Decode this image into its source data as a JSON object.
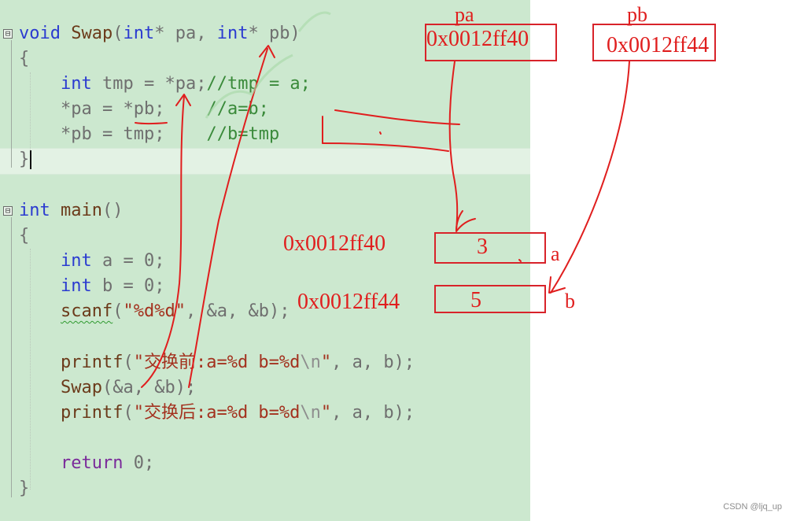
{
  "editor": {
    "lines": [
      {
        "id": "l1",
        "parts": [
          [
            "kw",
            "void"
          ],
          [
            "pm",
            " "
          ],
          [
            "fn",
            "Swap"
          ],
          [
            "pm",
            "("
          ],
          [
            "kw",
            "int"
          ],
          [
            "pm",
            "* "
          ],
          [
            "id",
            "pa"
          ],
          [
            "pm",
            ", "
          ],
          [
            "kw",
            "int"
          ],
          [
            "pm",
            "* "
          ],
          [
            "id",
            "pb"
          ],
          [
            "pm",
            ")"
          ]
        ]
      },
      {
        "id": "l2",
        "parts": [
          [
            "pm",
            "{"
          ]
        ]
      },
      {
        "id": "l3",
        "parts": [
          [
            "pm",
            "    "
          ],
          [
            "kw",
            "int"
          ],
          [
            "pm",
            " "
          ],
          [
            "id",
            "tmp"
          ],
          [
            "pm",
            " = *"
          ],
          [
            "id",
            "pa"
          ],
          [
            "pm",
            ";"
          ],
          [
            "cm",
            "//tmp = a;"
          ]
        ]
      },
      {
        "id": "l4",
        "parts": [
          [
            "pm",
            "    *"
          ],
          [
            "id",
            "pa"
          ],
          [
            "pm",
            " = *"
          ],
          [
            "id",
            "pb"
          ],
          [
            "pm",
            ";    "
          ],
          [
            "cm",
            "//a=b;"
          ]
        ]
      },
      {
        "id": "l5",
        "parts": [
          [
            "pm",
            "    *"
          ],
          [
            "id",
            "pb"
          ],
          [
            "pm",
            " = "
          ],
          [
            "id",
            "tmp"
          ],
          [
            "pm",
            ";    "
          ],
          [
            "cm",
            "//b=tmp"
          ]
        ]
      },
      {
        "id": "l6",
        "parts": [
          [
            "pm",
            "}"
          ]
        ]
      },
      {
        "id": "l7",
        "parts": []
      },
      {
        "id": "l8",
        "parts": [
          [
            "kw",
            "int"
          ],
          [
            "pm",
            " "
          ],
          [
            "fn",
            "main"
          ],
          [
            "pm",
            "()"
          ]
        ]
      },
      {
        "id": "l9",
        "parts": [
          [
            "pm",
            "{"
          ]
        ]
      },
      {
        "id": "l10",
        "parts": [
          [
            "pm",
            "    "
          ],
          [
            "kw",
            "int"
          ],
          [
            "pm",
            " "
          ],
          [
            "id",
            "a"
          ],
          [
            "pm",
            " = 0;"
          ]
        ]
      },
      {
        "id": "l11",
        "parts": [
          [
            "pm",
            "    "
          ],
          [
            "kw",
            "int"
          ],
          [
            "pm",
            " "
          ],
          [
            "id",
            "b"
          ],
          [
            "pm",
            " = 0;"
          ]
        ]
      },
      {
        "id": "l12",
        "parts": [
          [
            "pm",
            "    "
          ],
          [
            "fnsq",
            "scanf"
          ],
          [
            "pm",
            "("
          ],
          [
            "st",
            "\"%d%d\""
          ],
          [
            "pm",
            ", &"
          ],
          [
            "id",
            "a"
          ],
          [
            "pm",
            ", &"
          ],
          [
            "id",
            "b"
          ],
          [
            "pm",
            ");"
          ]
        ]
      },
      {
        "id": "l13",
        "parts": []
      },
      {
        "id": "l14",
        "parts": [
          [
            "pm",
            "    "
          ],
          [
            "fn",
            "printf"
          ],
          [
            "pm",
            "("
          ],
          [
            "st",
            "\"交换前:a=%d b=%d"
          ],
          [
            "esc",
            "\\n"
          ],
          [
            "st",
            "\""
          ],
          [
            "pm",
            ", "
          ],
          [
            "id",
            "a"
          ],
          [
            "pm",
            ", "
          ],
          [
            "id",
            "b"
          ],
          [
            "pm",
            ");"
          ]
        ]
      },
      {
        "id": "l15",
        "parts": [
          [
            "pm",
            "    "
          ],
          [
            "fn",
            "Swap"
          ],
          [
            "pm",
            "(&"
          ],
          [
            "id",
            "a"
          ],
          [
            "pm",
            ", &"
          ],
          [
            "id",
            "b"
          ],
          [
            "pm",
            ");"
          ]
        ]
      },
      {
        "id": "l16",
        "parts": [
          [
            "pm",
            "    "
          ],
          [
            "fn",
            "printf"
          ],
          [
            "pm",
            "("
          ],
          [
            "st",
            "\"交换后:a=%d b=%d"
          ],
          [
            "esc",
            "\\n"
          ],
          [
            "st",
            "\""
          ],
          [
            "pm",
            ", "
          ],
          [
            "id",
            "a"
          ],
          [
            "pm",
            ", "
          ],
          [
            "id",
            "b"
          ],
          [
            "pm",
            ");"
          ]
        ]
      },
      {
        "id": "l17",
        "parts": []
      },
      {
        "id": "l18",
        "parts": [
          [
            "pm",
            "    "
          ],
          [
            "purple",
            "return"
          ],
          [
            "pm",
            " 0;"
          ]
        ]
      },
      {
        "id": "l19",
        "parts": [
          [
            "pm",
            "}"
          ]
        ]
      }
    ],
    "fold_marks": [
      "⊟",
      "⊟"
    ]
  },
  "annotations": {
    "pa_label": "pa",
    "pb_label": "pb",
    "pa_value": "0x0012ff40",
    "pb_value": "0x0012ff44",
    "addr_a": "0x0012ff40",
    "addr_b": "0x0012ff44",
    "val_a": "3",
    "val_b": "5",
    "name_a": "a",
    "name_b": "b"
  },
  "colors": {
    "editor_bg": "#cce8cf",
    "ink": "#e01e1e",
    "keyword": "#2b3bd0",
    "comment": "#3a8a3a",
    "string": "#a3311e"
  },
  "watermark": "CSDN @ljq_up"
}
